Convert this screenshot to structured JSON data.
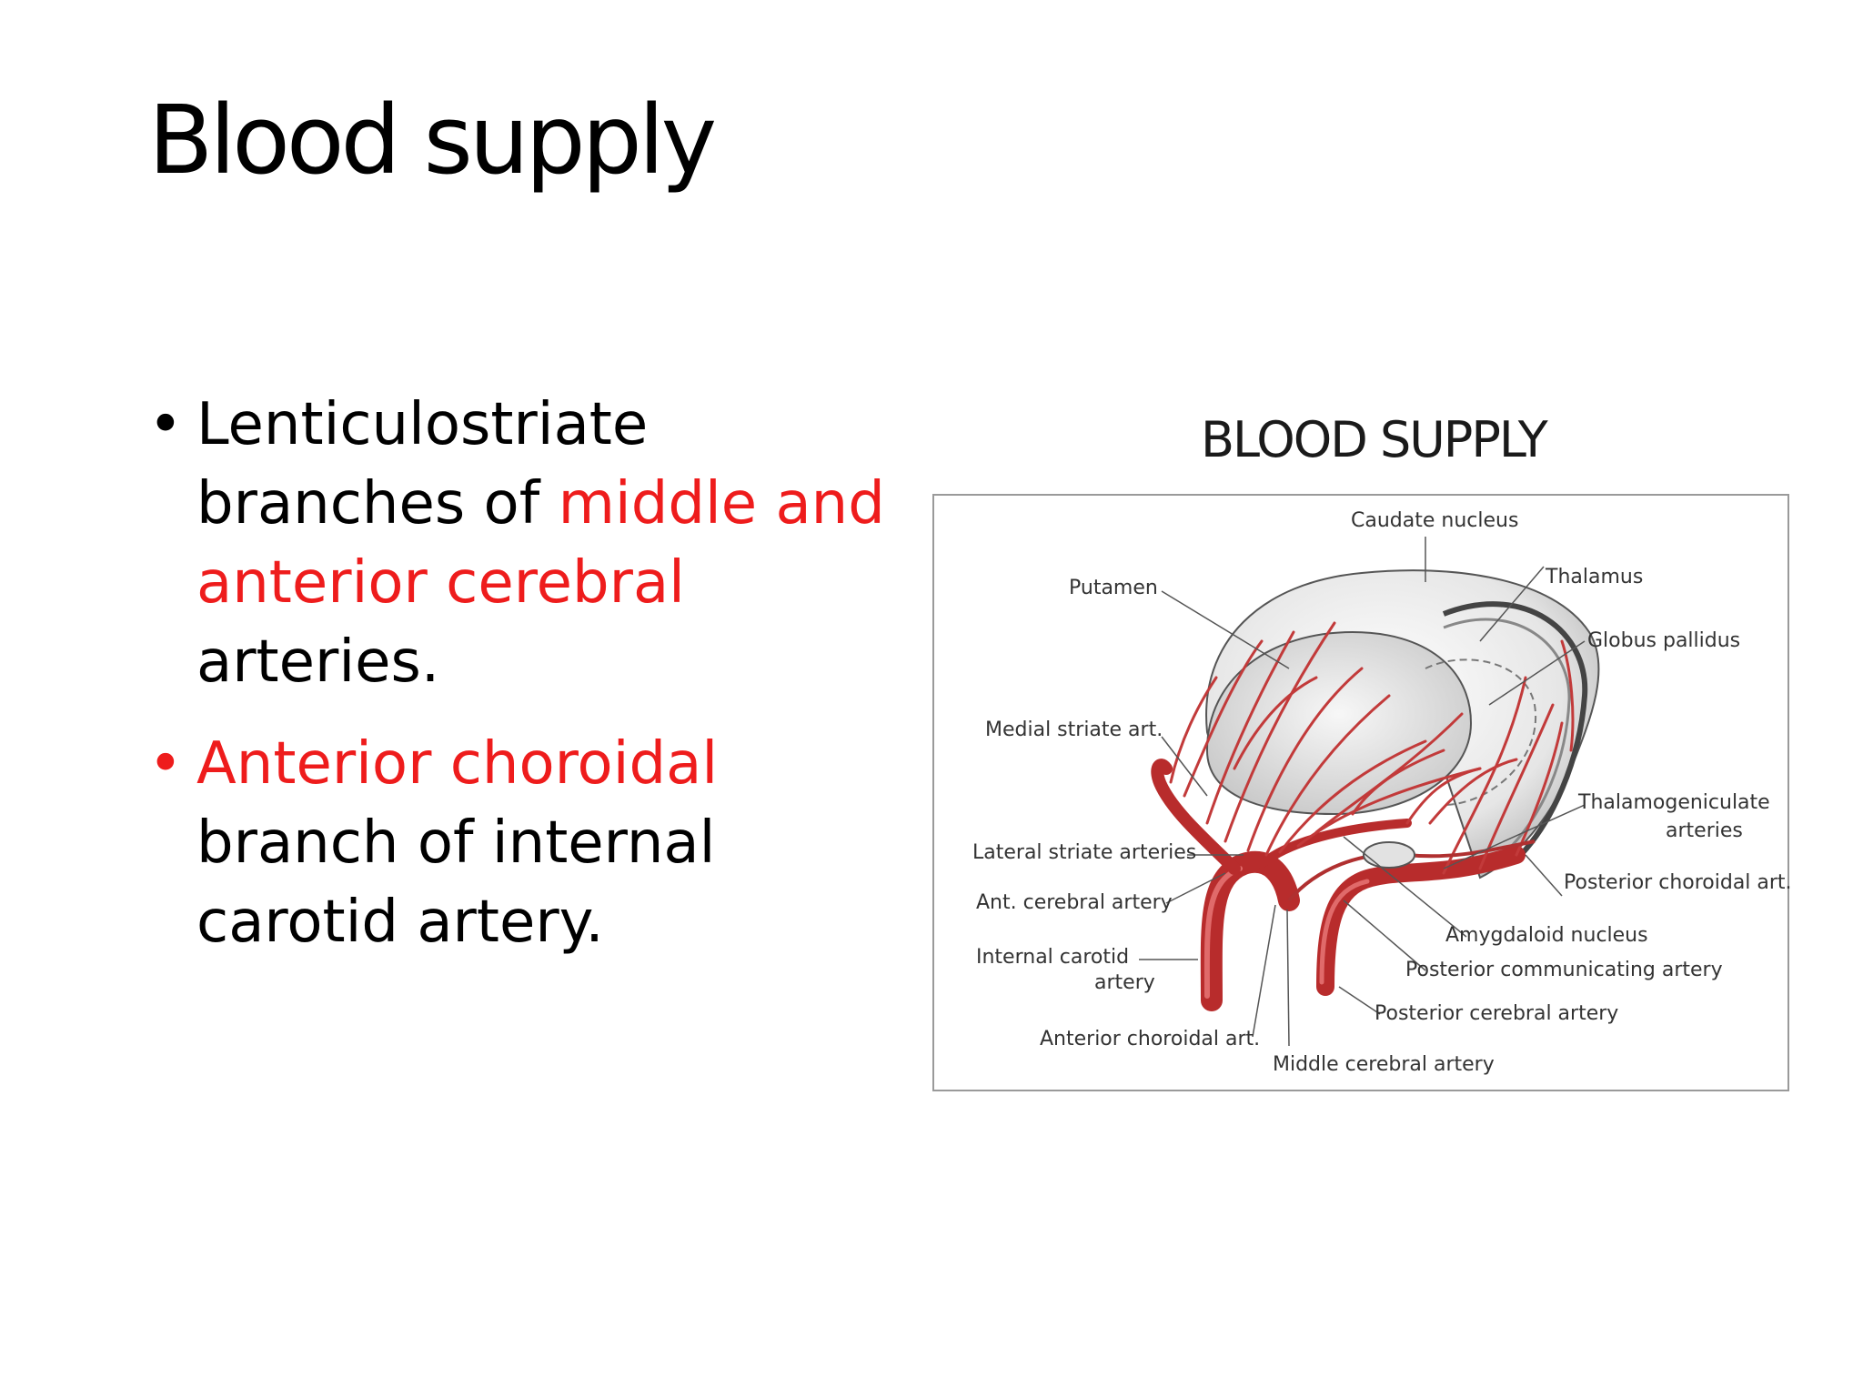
{
  "slide": {
    "title": "Blood supply"
  },
  "bullets": [
    {
      "dot": "•",
      "part1": "Lenticulostriate branches of ",
      "part2_red": "middle and anterior cerebral",
      "part3": " arteries."
    },
    {
      "dot": "•",
      "part1_red": "Anterior choroidal",
      "part2": " branch of internal carotid artery."
    }
  ],
  "figure": {
    "title": "BLOOD SUPPLY",
    "labels": {
      "caudate": "Caudate nucleus",
      "thalamus": "Thalamus",
      "putamen": "Putamen",
      "globus": "Globus pallidus",
      "medial_striate": "Medial striate art.",
      "thalamogeniculate_1": "Thalamogeniculate",
      "thalamogeniculate_2": "arteries",
      "lateral_striate": "Lateral striate arteries",
      "posterior_choroidal": "Posterior choroidal art.",
      "ant_cerebral": "Ant. cerebral artery",
      "amygdaloid": "Amygdaloid nucleus",
      "internal_carotid_1": "Internal carotid",
      "internal_carotid_2": "artery",
      "posterior_communicating": "Posterior communicating artery",
      "posterior_cerebral": "Posterior cerebral artery",
      "anterior_choroidal": "Anterior choroidal art.",
      "middle_cerebral": "Middle cerebral artery"
    },
    "colors": {
      "artery": "#cc3a3a",
      "artery_highlight": "#e06a6a",
      "leader_line": "#555555"
    }
  }
}
